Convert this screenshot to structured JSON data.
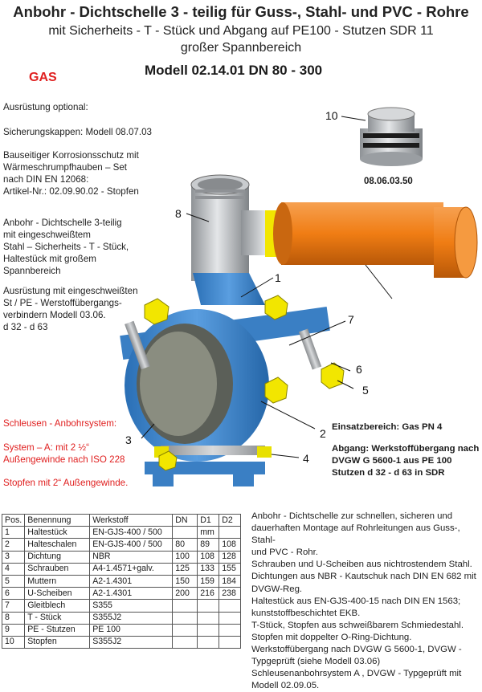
{
  "header": {
    "title": "Anbohr - Dichtschelle 3 - teilig für Guss-, Stahl- und PVC - Rohre",
    "subtitle1": "mit Sicherheits  - T - Stück und Abgang auf PE100 - Stutzen SDR 11",
    "subtitle2": "großer Spannbereich",
    "gas_label": "GAS",
    "model": "Modell 02.14.01   DN 80 - 300"
  },
  "left_text": {
    "l1": "Ausrüstung optional:",
    "l2": "Sicherungskappen:  Modell 08.07.03",
    "l3": "Bauseitiger Korrosionsschutz mit",
    "l4": "Wärmeschrumpfhauben – Set",
    "l5": "nach DIN EN 12068:",
    "l6": "Artikel-Nr.: 02.09.90.02 - Stopfen",
    "l7": "Anbohr - Dichtschelle 3-teilig",
    "l8": "mit eingeschweißtem",
    "l9": "Stahl – Sicherheits - T - Stück,",
    "l10": "Haltestück mit großem",
    "l11": "Spannbereich",
    "l12": "Ausrüstung mit eingeschweißten",
    "l13": "St / PE - Werstoffübergangs-",
    "l14": "verbindern Modell 03.06.",
    "l15": "d 32 - d 63"
  },
  "red_text": {
    "r1": "Schleusen - Anbohrsystem:",
    "r2": "System – A: mit 2 ½“",
    "r3": "Außengewinde nach ISO 228",
    "r4": "Stopfen mit 2“  Außengewinde."
  },
  "callouts": {
    "c1": "1",
    "c2": "2",
    "c3": "3",
    "c4": "4",
    "c5": "5",
    "c6": "6",
    "c7": "7",
    "c8": "8",
    "c10": "10",
    "stopfen_code": "08.06.03.50"
  },
  "right_info": {
    "einsatz": "Einsatzbereich:  Gas  PN 4",
    "abgang1": "Abgang: Werkstoffübergang nach",
    "abgang2": "DVGW G 5600-1 aus PE 100",
    "abgang3": "Stutzen d 32 - d 63 in SDR"
  },
  "table": {
    "headers": [
      "Pos.",
      "Benennung",
      "Werkstoff",
      "DN",
      "D1",
      "D2"
    ],
    "rows": [
      [
        "1",
        "Haltestück",
        "EN-GJS-400 / 500",
        "",
        "mm",
        ""
      ],
      [
        "2",
        "Halteschalen",
        "EN-GJS-400 / 500",
        "80",
        "89",
        "108"
      ],
      [
        "3",
        "Dichtung",
        "NBR",
        "100",
        "108",
        "128"
      ],
      [
        "4",
        "Schrauben",
        "A4-1.4571+galv.",
        "125",
        "133",
        "155"
      ],
      [
        "5",
        "Muttern",
        "A2-1.4301",
        "150",
        "159",
        "184"
      ],
      [
        "6",
        "U-Scheiben",
        "A2-1.4301",
        "200",
        "216",
        "238"
      ],
      [
        "7",
        "Gleitblech",
        "S355",
        "",
        "",
        ""
      ],
      [
        "8",
        "T - Stück",
        "S355J2",
        "",
        "",
        ""
      ],
      [
        "9",
        "PE - Stutzen",
        "PE 100",
        "",
        "",
        ""
      ],
      [
        "10",
        "Stopfen",
        "S355J2",
        "",
        "",
        ""
      ]
    ]
  },
  "description": {
    "d1": "Anbohr - Dichtschelle  zur schnellen, sicheren und",
    "d2": "dauerhaften Montage auf Rohrleitungen aus Guss-,  Stahl-",
    "d3": "und PVC - Rohr.",
    "d4": "Schrauben und U-Scheiben aus nichtrostendem Stahl.",
    "d5": "Dichtungen aus  NBR - Kautschuk  nach DIN EN 682 mit",
    "d6": "DVGW-Reg.",
    "d7": "Haltestück aus  EN-GJS-400-15 nach DIN EN  1563;",
    "d8": "kunststoffbeschichtet EKB.",
    "d9": "T-Stück, Stopfen aus schweißbarem Schmiedestahl.",
    "d10": "Stopfen mit doppelter O-Ring-Dichtung.",
    "d11": "Werkstoffübergang nach DVGW G 5600-1, DVGW -",
    "d12": "Typgeprüft (siehe Modell 03.06)",
    "d13": "Schleusenanbohrsystem A ,  DVGW - Typgeprüft mit",
    "d14": "Modell 02.09.05."
  },
  "colors": {
    "clamp_blue": "#3f86c9",
    "pe_orange": "#f07d14",
    "bolt_yellow": "#f2e600",
    "steel": "#b9bcc0",
    "label_red": "#e02020"
  }
}
